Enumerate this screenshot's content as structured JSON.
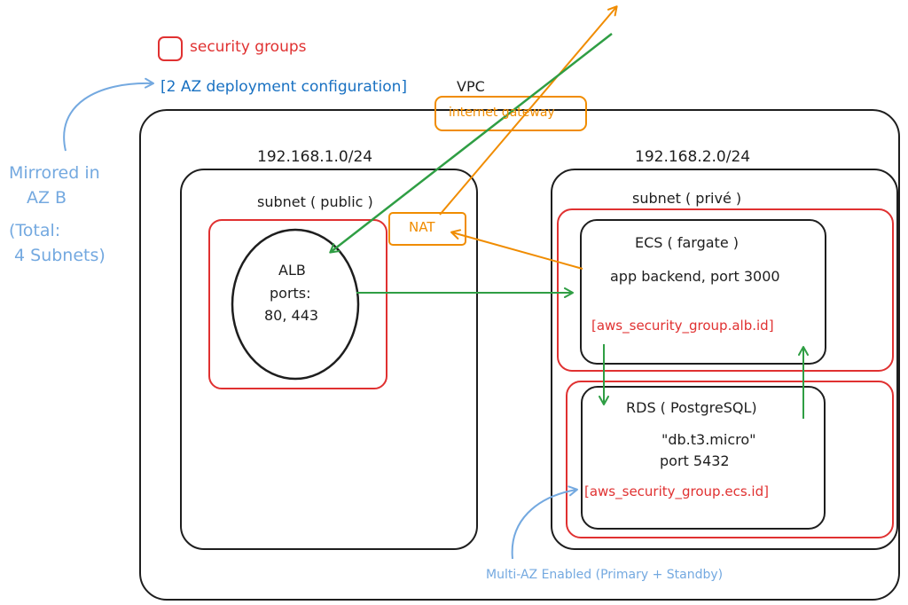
{
  "legend": {
    "security_groups_label": "security groups",
    "config_label": "[2 AZ deployment configuration]"
  },
  "vpc": {
    "label": "VPC",
    "internet_gateway_label": "internet gateway",
    "nat_label": "NAT"
  },
  "public_side": {
    "cidr": "192.168.1.0/24",
    "subnet_label": "subnet ( public )",
    "alb": {
      "name": "ALB",
      "ports_label": "ports:",
      "ports_value": "80, 443"
    }
  },
  "private_side": {
    "cidr": "192.168.2.0/24",
    "subnet_label": "subnet ( privé )",
    "ecs": {
      "title": "ECS ( fargate )",
      "description": "app backend, port 3000",
      "security_group_ref": "[aws_security_group.alb.id]"
    },
    "rds": {
      "title": "RDS ( PostgreSQL)",
      "instance_class": "\"db.t3.micro\"",
      "port_label": "port 5432",
      "security_group_ref": "[aws_security_group.ecs.id]"
    }
  },
  "annotations": {
    "mirrored_line1": "Mirrored in",
    "mirrored_line2": "AZ B",
    "mirrored_line3": "(Total:",
    "mirrored_line4": "4 Subnets)",
    "multi_az": "Multi-AZ Enabled (Primary + Standby)"
  },
  "colors": {
    "ink": "#1e1e1e",
    "security_group": "#e03131",
    "gateway": "#f08c00",
    "traffic": "#2f9e44",
    "annotation": "#74a9e0",
    "config": "#1971c2"
  }
}
